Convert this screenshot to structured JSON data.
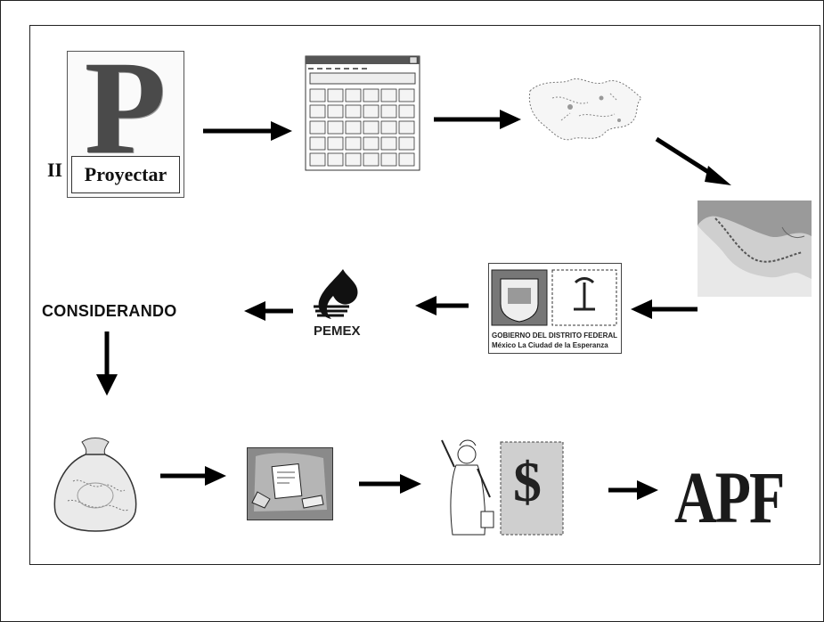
{
  "diagram": {
    "nodes": {
      "proyectar": {
        "letter": "P",
        "label": "Proyectar",
        "roman": "II"
      },
      "considerando": {
        "label": "CONSIDERANDO"
      },
      "pemex": {
        "label": "PEMEX"
      },
      "gobierno": {
        "line1": "GOBIERNO DEL DISTRITO FEDERAL",
        "line2": "México La Ciudad de la Esperanza"
      },
      "apf": {
        "label": "APF"
      }
    },
    "icons": [
      "p-letter-icon",
      "calculator-window-icon",
      "map-sketch-icon",
      "mexico-map-icon",
      "gdf-seal-icon",
      "pemex-logo-icon",
      "money-bag-icon",
      "document-exchange-icon",
      "worker-money-icon",
      "apf-logo-icon"
    ],
    "edges": [
      [
        "proyectar",
        "calculator"
      ],
      [
        "calculator",
        "map-sketch"
      ],
      [
        "map-sketch",
        "mexico-map"
      ],
      [
        "mexico-map",
        "gobierno"
      ],
      [
        "gobierno",
        "pemex"
      ],
      [
        "pemex",
        "considerando"
      ],
      [
        "considerando",
        "money-bag"
      ],
      [
        "money-bag",
        "document-exchange"
      ],
      [
        "document-exchange",
        "worker-money"
      ],
      [
        "worker-money",
        "apf"
      ]
    ]
  }
}
